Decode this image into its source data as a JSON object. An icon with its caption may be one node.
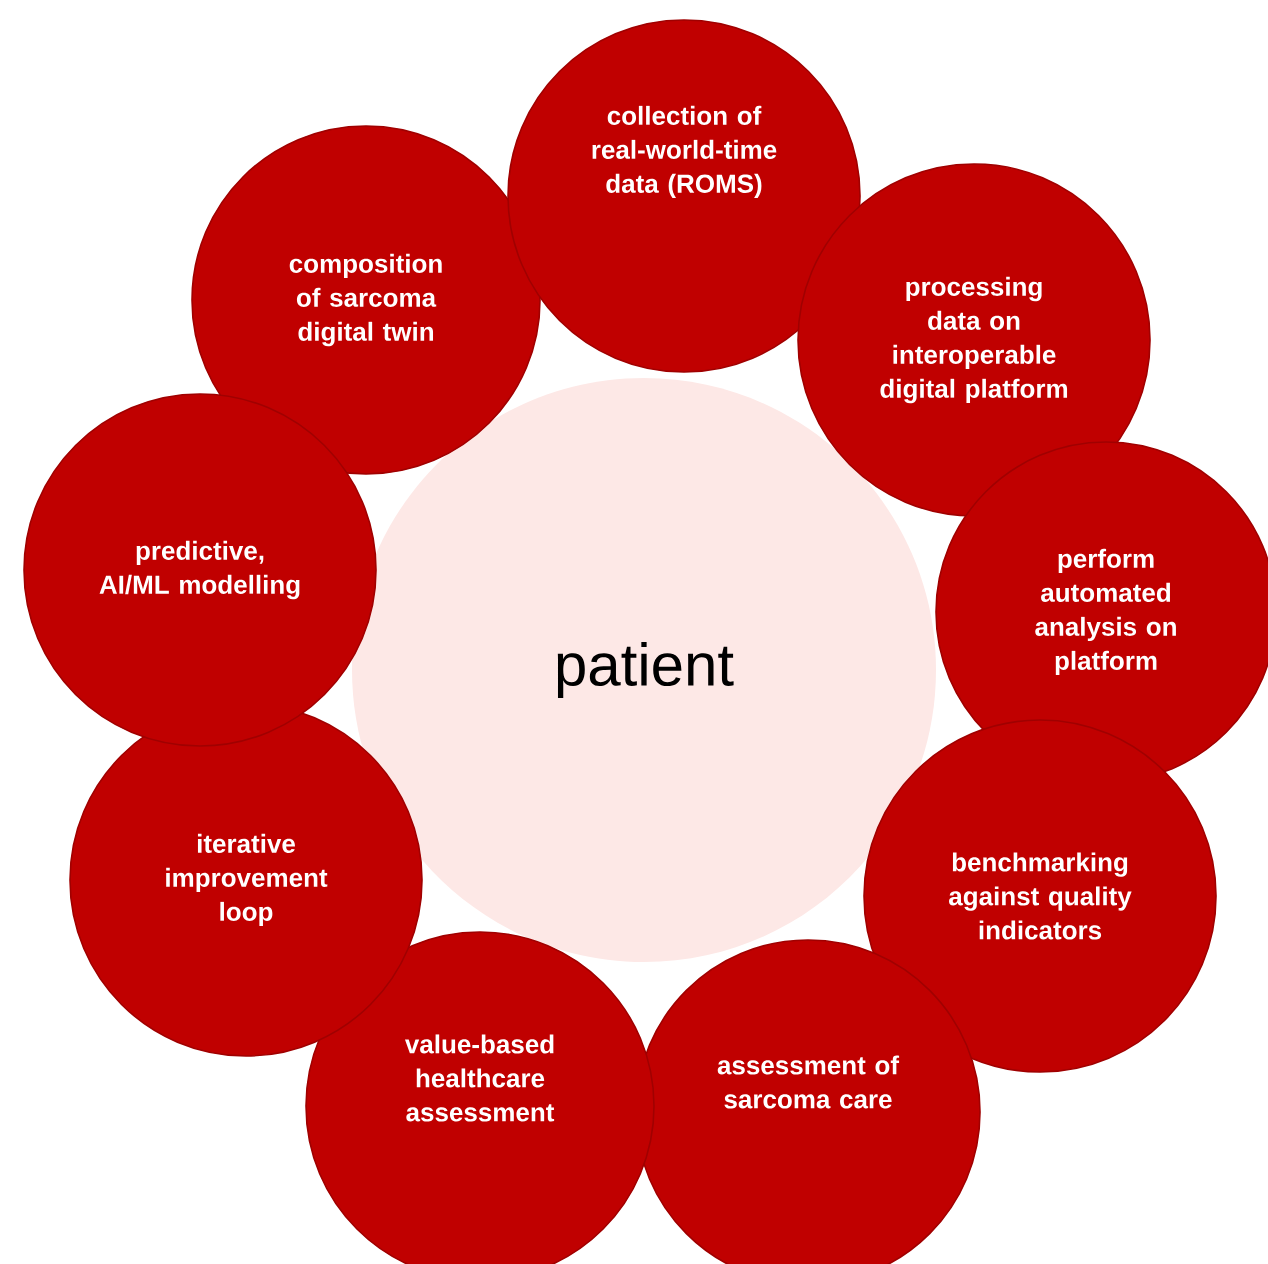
{
  "diagram": {
    "nodes": [
      {
        "text": [
          "patient"
        ]
      },
      {
        "text": [
          "collection of real-world-time data (ROMS)"
        ]
      },
      {
        "text": [
          "processing data on interoperable digital platform"
        ]
      },
      {
        "text": [
          "perform automated analysis on platform"
        ]
      },
      {
        "text": [
          "benchmarking against quality indicators"
        ]
      },
      {
        "text": [
          "assessment of sarcoma care"
        ]
      },
      {
        "text": [
          "value-based healthcare assessment"
        ]
      },
      {
        "text": [
          "iterative improvement loop"
        ]
      },
      {
        "text": [
          "predictive, AI/ML modelling"
        ]
      },
      {
        "text": [
          "composition of sarcoma digital twin"
        ]
      }
    ]
  }
}
